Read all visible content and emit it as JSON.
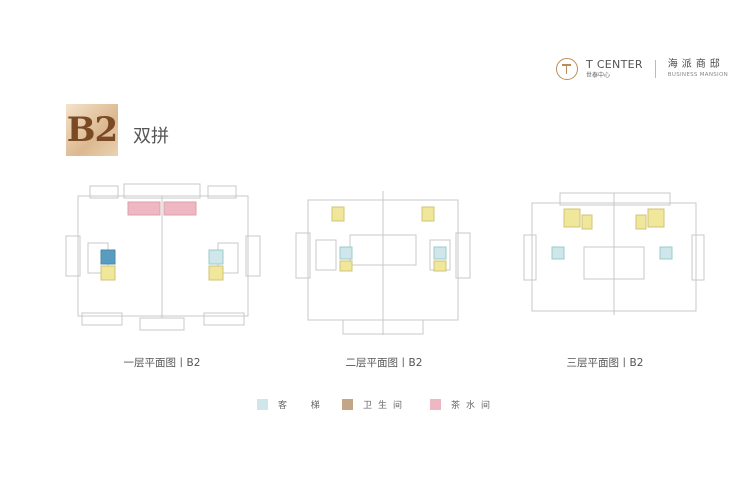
{
  "header": {
    "brand_en": "T CENTER",
    "brand_cn": "世泰中心",
    "project_cn": "海派商邸",
    "project_en": "BUSINESS MANSION"
  },
  "badge": "B2",
  "title": "双拼",
  "plans": [
    {
      "label": "一层平面图丨B2"
    },
    {
      "label": "二层平面图丨B2"
    },
    {
      "label": "三层平面图丨B2"
    }
  ],
  "legend": [
    {
      "label": "客  梯",
      "color": "#cfe6ea"
    },
    {
      "label": "卫生间",
      "color": "#c2a686"
    },
    {
      "label": "茶水间",
      "color": "#efb7c2"
    }
  ],
  "colors": {
    "accent": "#b98d5a",
    "elevator": "#cfe6ea",
    "elevator_dark": "#5a9cc0",
    "toilet": "#f1e79a",
    "tea": "#efb7c2"
  }
}
